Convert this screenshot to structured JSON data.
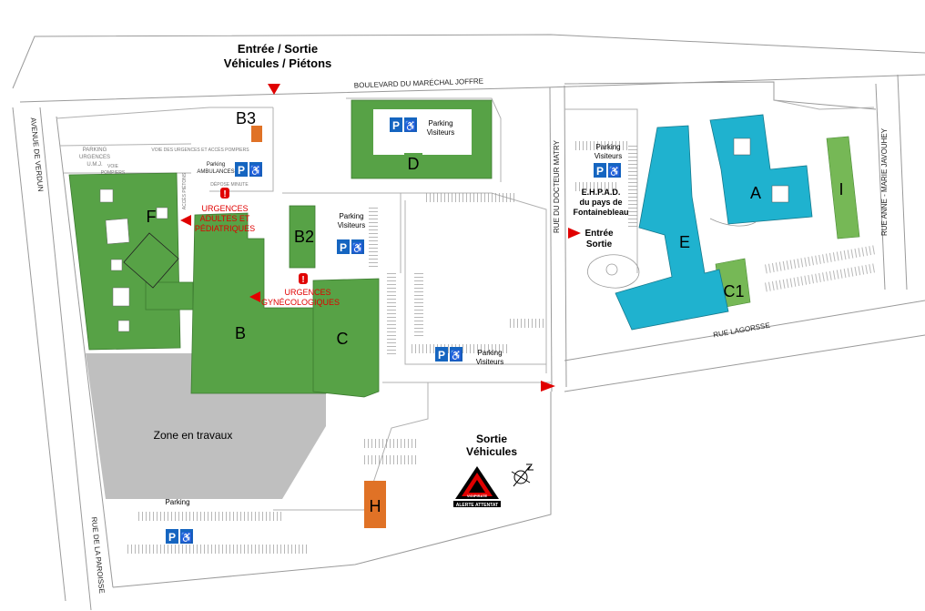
{
  "header": {
    "line1": "Entrée / Sortie",
    "line2": "Véhicules / Piétons"
  },
  "streets": {
    "boulevard": "BOULEVARD DU MARÉCHAL JOFFRE",
    "avenue_verdun": "AVENUE DE VERDUN",
    "rue_paroisse": "RUE DE LA PAROISSE",
    "rue_matry": "RUE DU DOCTEUR MATRY",
    "rue_lagorsse": "RUE LAGORSSE",
    "rue_javouhey": "RUE ANNE - MARIE JAVOUHEY"
  },
  "small_labels": {
    "parking_umj_1": "PARKING",
    "parking_umj_2": "URGENCES",
    "parking_umj_3": "U.M.J.",
    "voie_urgences": "VOIE DES URGENCES ET ACCÈS POMPIERS",
    "voie_pompiers_1": "VOIE",
    "voie_pompiers_2": "POMPIERS",
    "acces_pietons": "ACCÈS PIÉTONS",
    "parking_amb_1": "Parking",
    "parking_amb_2": "AMBULANCES",
    "depose": "DÉPOSE MINUTE"
  },
  "buildings": {
    "A": "A",
    "B": "B",
    "B2": "B2",
    "B3": "B3",
    "C": "C",
    "C1": "C1",
    "D": "D",
    "E": "E",
    "F": "F",
    "H": "H",
    "I": "I"
  },
  "parkings": {
    "p_symbol": "P",
    "parking_label": "Parking",
    "visiteurs_label": "Visiteurs"
  },
  "urgences": {
    "adult_1": "URGENCES",
    "adult_2": "ADULTES ET",
    "adult_3": "PÉDIATRIQUES",
    "gyn_1": "URGENCES",
    "gyn_2": "GYNÉCOLOGIQUES"
  },
  "zones": {
    "travaux": "Zone en travaux",
    "sortie_1": "Sortie",
    "sortie_2": "Véhicules"
  },
  "ehpad": {
    "line1": "E.H.P.A.D.",
    "line2": "du pays de",
    "line3": "Fontainebleau",
    "entree": "Entrée",
    "sortie": "Sortie"
  },
  "vigipirate": {
    "top": "VIGIPIRATE",
    "bottom": "ALERTE ATTENTAT"
  },
  "colors": {
    "building_green": "#57a246",
    "building_cyan": "#1fb2cf",
    "building_orange": "#e07226",
    "light_green": "#76b856",
    "zone_gray": "#bfbfbf",
    "parking_blue": "#1565c0",
    "arrow_red": "#e00000",
    "line_gray": "#9a9a9a"
  }
}
